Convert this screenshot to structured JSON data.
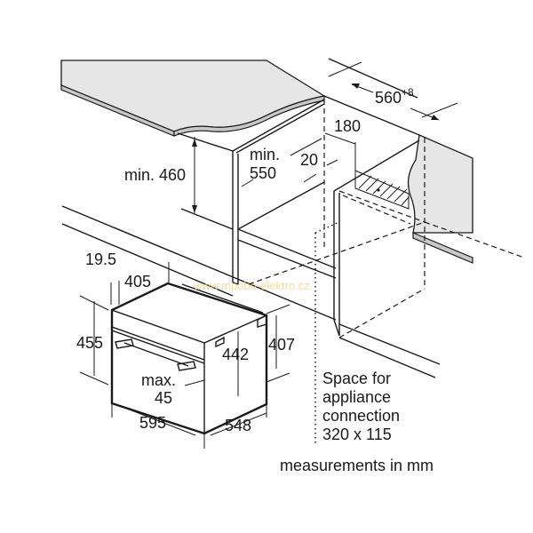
{
  "diagram": {
    "title": "Built-in compact oven installation dimensions",
    "units_note": "measurements in mm",
    "watermark": "www.mpobo-elektro.cz",
    "colors": {
      "line": "#1a1a1a",
      "countertop": "#e6e6e6",
      "countertop_edge": "#c8c8c8",
      "watermark": "#f5d58a",
      "background": "#ffffff"
    },
    "cabinet_dimensions": {
      "niche_width": {
        "value": "560",
        "tolerance": "+8"
      },
      "min_height_above": "min. 460",
      "min_depth": {
        "line1": "min.",
        "line2": "550"
      },
      "rear_gap": "20",
      "connection_offset": "180"
    },
    "appliance_dimensions": {
      "front_panel_offset": "19.5",
      "top_depth": "405",
      "front_height": "455",
      "body_height": "442",
      "side_height": "407",
      "door_overhang": {
        "line1": "max.",
        "line2": "45"
      },
      "front_width": "595",
      "body_depth": "548"
    },
    "connection_note": {
      "line1": "Space for",
      "line2": "appliance",
      "line3": "connection",
      "line4": "320 x 115"
    }
  }
}
